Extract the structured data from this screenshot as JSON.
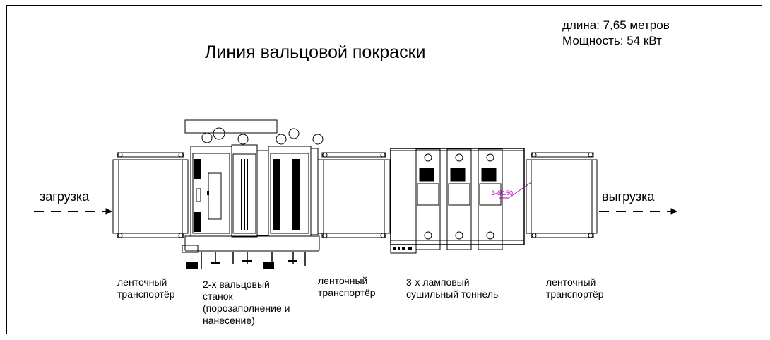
{
  "title": "Линия вальцовой покраски",
  "specs": {
    "length": "длина: 7,65 метров",
    "power": "Мощность: 54 кВт"
  },
  "flow": {
    "load": "загрузка",
    "unload": "выгрузка"
  },
  "annotation": "3-Ø150",
  "labels": {
    "conveyor1": [
      "ленточный",
      "транспортёр"
    ],
    "roller": [
      "2-х вальцовый",
      "станок",
      "(порозаполнение и",
      "нанесение)"
    ],
    "conveyor2": [
      "ленточный",
      "транспортёр"
    ],
    "dryer": [
      "3-х ламповый",
      "сушильный тоннель"
    ],
    "conveyor3": [
      "ленточный",
      "транспортёр"
    ]
  }
}
